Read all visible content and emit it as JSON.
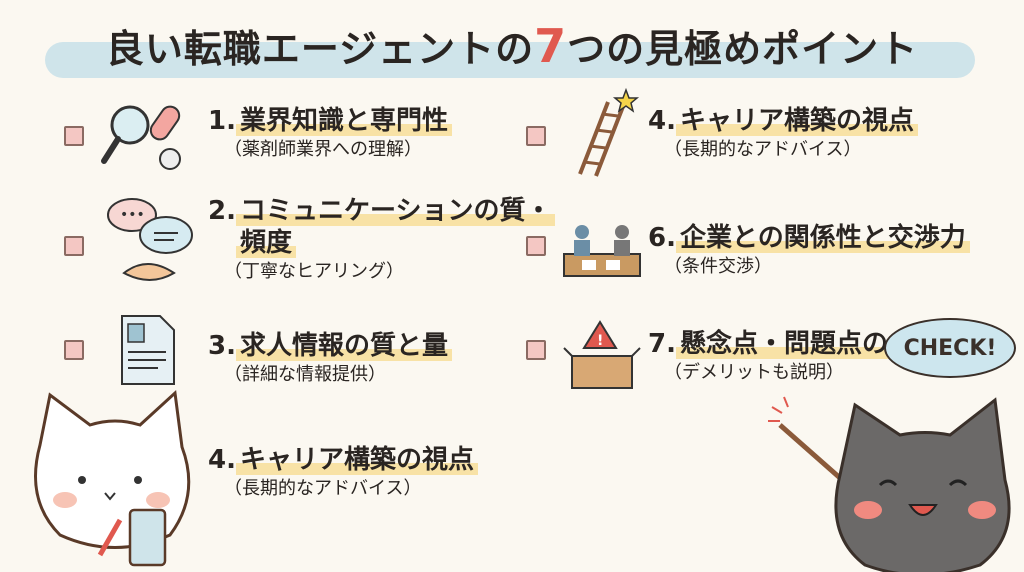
{
  "title": {
    "before": "良い転職エージェントの",
    "number": "7",
    "after": "つの見極めポイント"
  },
  "items": [
    {
      "num": "1.",
      "heading": "業界知識と専門性",
      "sub": "（薬剤師業界への理解）"
    },
    {
      "num": "2.",
      "heading": "コミュニケーションの質・",
      "heading2": "頻度",
      "sub": "（丁寧なヒアリング）"
    },
    {
      "num": "3.",
      "heading": "求人情報の質と量",
      "sub": "（詳細な情報提供）"
    },
    {
      "num": "4.",
      "heading": "キャリア構築の視点",
      "sub": "（長期的なアドバイス）"
    },
    {
      "num": "4.",
      "heading": "キャリア構築の視点",
      "sub": "（長期的なアドバイス）"
    },
    {
      "num": "6.",
      "heading": "企業との関係性と交渉力",
      "sub": "（条件交渉）"
    },
    {
      "num": "7.",
      "heading": "懸念点・問題点の",
      "sub": "（デメリットも説明）"
    }
  ],
  "speech_bubble": "CHECK!",
  "colors": {
    "accent": "#e0594f",
    "highlight": "#f8e2a6",
    "band": "#cfe4ea",
    "checkbox": "#f4c7c3",
    "background": "#fbf8f1"
  }
}
